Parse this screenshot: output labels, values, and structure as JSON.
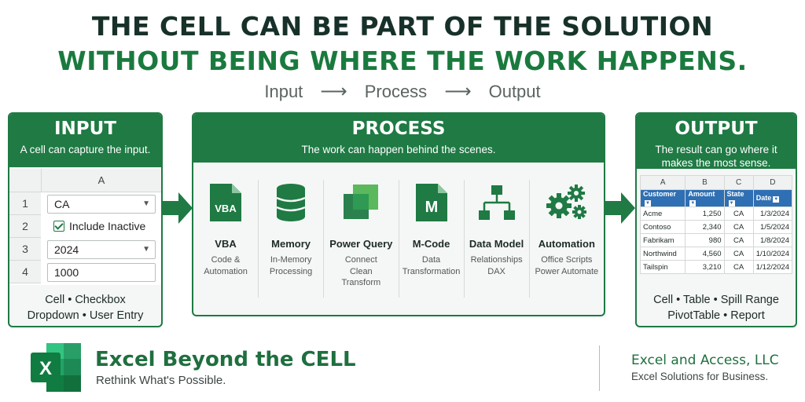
{
  "headline": {
    "line1": "THE CELL CAN BE PART OF THE SOLUTION",
    "line2": "WITHOUT BEING WHERE THE WORK HAPPENS."
  },
  "flow": {
    "step1": "Input",
    "step2": "Process",
    "step3": "Output",
    "arrow": "⟶"
  },
  "input": {
    "title": "INPUT",
    "subtitle": "A cell can capture the input.",
    "column": "A",
    "rows": [
      {
        "num": "1",
        "value": "CA",
        "kind": "dropdown"
      },
      {
        "num": "2",
        "value": "Include Inactive",
        "kind": "checkbox"
      },
      {
        "num": "3",
        "value": "2024",
        "kind": "dropdown"
      },
      {
        "num": "4",
        "value": "1000",
        "kind": "entry"
      }
    ],
    "foot1": "Cell • Checkbox",
    "foot2": "Dropdown • User Entry"
  },
  "process": {
    "title": "PROCESS",
    "subtitle": "The work can happen behind the scenes.",
    "items": [
      {
        "name": "VBA",
        "icon_text": "VBA",
        "desc1": "Code &",
        "desc2": "Automation",
        "desc3": "",
        "icon": "vba-file-icon"
      },
      {
        "name": "Memory",
        "desc1": "In-Memory",
        "desc2": "Processing",
        "desc3": "",
        "icon": "database-icon"
      },
      {
        "name": "Power Query",
        "desc1": "Connect",
        "desc2": "Clean",
        "desc3": "Transform",
        "icon": "power-query-icon"
      },
      {
        "name": "M-Code",
        "icon_text": "M",
        "desc1": "Data",
        "desc2": "Transformation",
        "desc3": "",
        "icon": "m-code-file-icon"
      },
      {
        "name": "Data Model",
        "desc1": "Relationships",
        "desc2": "DAX",
        "desc3": "",
        "icon": "hierarchy-icon"
      },
      {
        "name": "Automation",
        "desc1": "Office Scripts",
        "desc2": "Power Automate",
        "desc3": "",
        "icon": "gears-icon"
      }
    ]
  },
  "output": {
    "title": "OUTPUT",
    "subtitle1": "The result can go where it",
    "subtitle2": "makes the most sense.",
    "columns": [
      "A",
      "B",
      "C",
      "D"
    ],
    "headers": [
      "Customer",
      "Amount",
      "State",
      "Date"
    ],
    "rows": [
      [
        "Acme",
        "1,250",
        "CA",
        "1/3/2024"
      ],
      [
        "Contoso",
        "2,340",
        "CA",
        "1/5/2024"
      ],
      [
        "Fabrikam",
        "980",
        "CA",
        "1/8/2024"
      ],
      [
        "Northwind",
        "4,560",
        "CA",
        "1/10/2024"
      ],
      [
        "Tailspin",
        "3,210",
        "CA",
        "1/12/2024"
      ]
    ],
    "foot1": "Cell • Table • Spill Range",
    "foot2": "PivotTable • Report"
  },
  "footer": {
    "logo_letter": "X",
    "brand": "Excel Beyond the CELL",
    "tagline": "Rethink What's Possible.",
    "company": "Excel and Access, LLC",
    "company_sub": "Excel Solutions for Business."
  },
  "colors": {
    "green": "#1f7a44",
    "dark": "#17302a",
    "table_header": "#2f6fb3"
  }
}
